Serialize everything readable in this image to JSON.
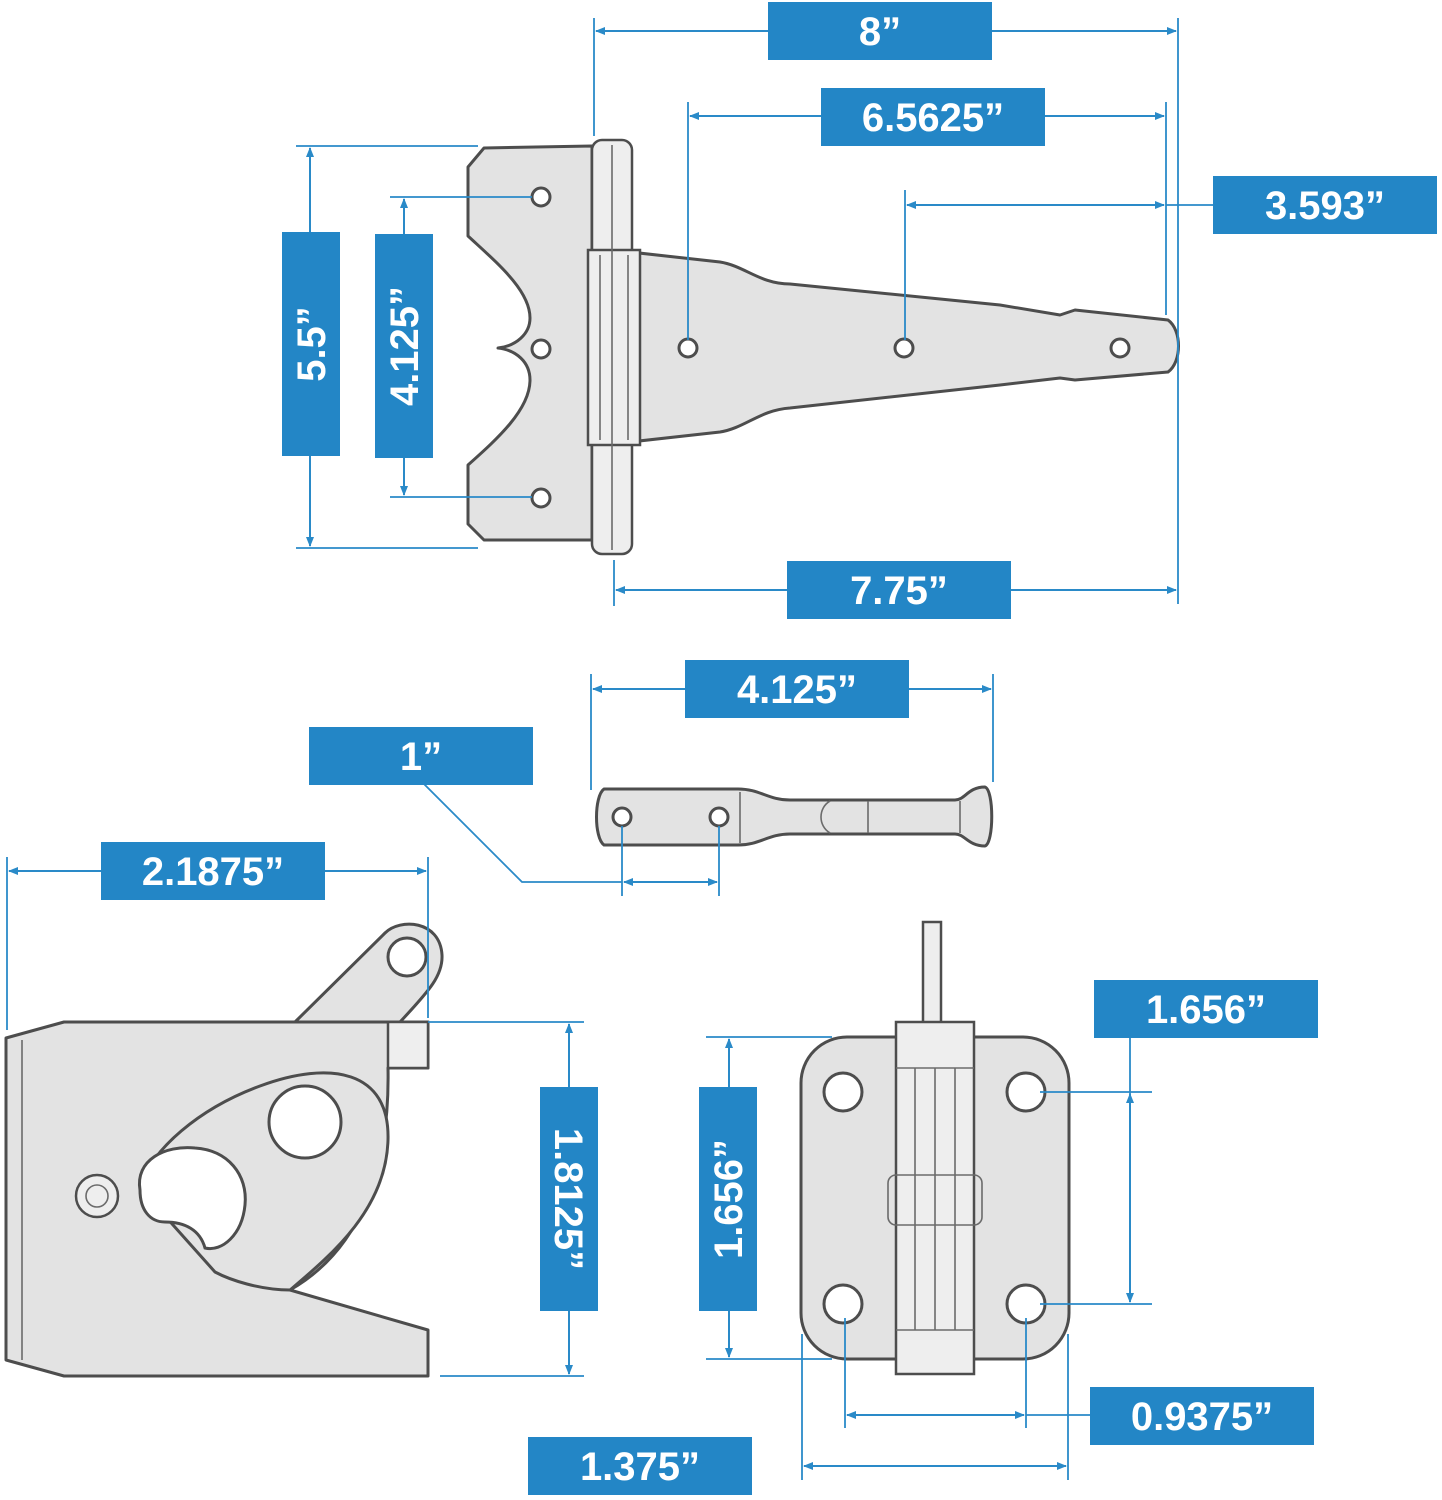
{
  "colors": {
    "accent": "#2386c6",
    "dimension_line": "#2a8ac8",
    "part_fill": "#e3e3e3",
    "part_outline": "#4d4d4d"
  },
  "hinge": {
    "overall_length": "8”",
    "to_first_hole": "6.5625”",
    "to_middle_hole": "3.593”",
    "leaf_height": "5.5”",
    "hole_spacing": "4.125”",
    "strap_length": "7.75”"
  },
  "latch_bar": {
    "length": "4.125”",
    "hole_spacing": "1”"
  },
  "gate_latch": {
    "width": "2.1875”",
    "height": "1.8125”"
  },
  "catch_plate": {
    "hole_spacing_vertical_left": "1.656”",
    "hole_spacing_vertical_right": "1.656”",
    "hole_spacing_horizontal": "0.9375”",
    "width": "1.375”"
  }
}
